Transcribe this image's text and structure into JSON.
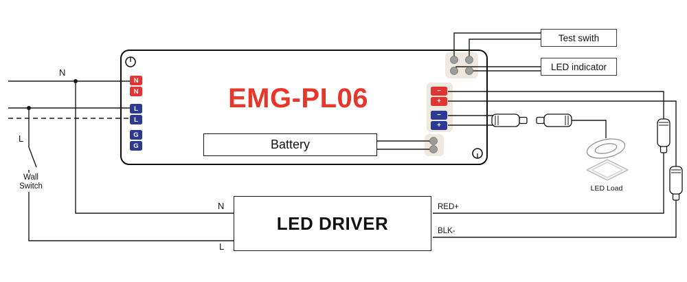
{
  "device": {
    "model": "EMG-PL06",
    "battery_label": "Battery",
    "left_terminals": [
      "N",
      "N",
      "L",
      "L",
      "G",
      "G"
    ],
    "output_terminals": {
      "red": [
        "−",
        "+"
      ],
      "blue": [
        "−",
        "+"
      ]
    }
  },
  "accessories": {
    "test_switch_label": "Test swith",
    "led_indicator_label": "LED indicator"
  },
  "driver": {
    "label": "LED DRIVER",
    "input_n": "N",
    "input_l": "L",
    "output_pos": "RED+",
    "output_neg": "BLK-"
  },
  "mains": {
    "neutral": "N",
    "live": "L",
    "wall_switch_line1": "Wall",
    "wall_switch_line2": "Switch"
  },
  "load": {
    "label": "LED Load"
  },
  "colors": {
    "model_text": "#e5372b",
    "terminal_red": "#e23430",
    "terminal_blue": "#2c3a92",
    "connector_gray": "#9c9c9c",
    "wire": "#1a1a1a"
  }
}
